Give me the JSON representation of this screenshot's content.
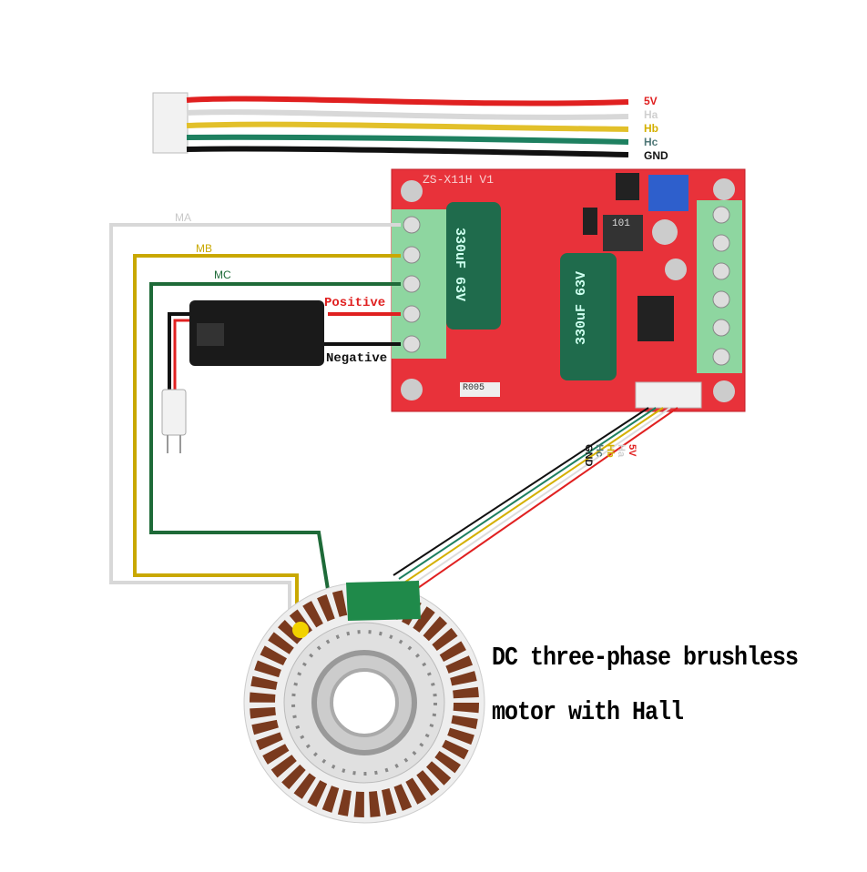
{
  "harness_labels": [
    {
      "text": "5V",
      "color": "#e02020"
    },
    {
      "text": "Ha",
      "color": "#d0d0d0"
    },
    {
      "text": "Hb",
      "color": "#d4b000"
    },
    {
      "text": "Hc",
      "color": "#507878"
    },
    {
      "text": "GND",
      "color": "#111111"
    }
  ],
  "board": {
    "model": "ZS-X11H V1",
    "cap_label": "330uF 63V",
    "inductor": "101",
    "resistor": "R005"
  },
  "phase_labels": {
    "ma": "MA",
    "mb": "MB",
    "mc": "MC"
  },
  "power": {
    "positive": "Positive",
    "negative": "Negative"
  },
  "hall_connector_labels": [
    "5V",
    "Ha",
    "Hb",
    "Hc",
    "GND"
  ],
  "caption": {
    "line1": "DC three-phase brushless",
    "line2": "motor with Hall"
  },
  "colors": {
    "red": "#e02020",
    "white": "#d8d8d8",
    "yellow": "#d4b000",
    "green": "#1e7a4a",
    "black": "#111111",
    "board": "#e8323a"
  }
}
